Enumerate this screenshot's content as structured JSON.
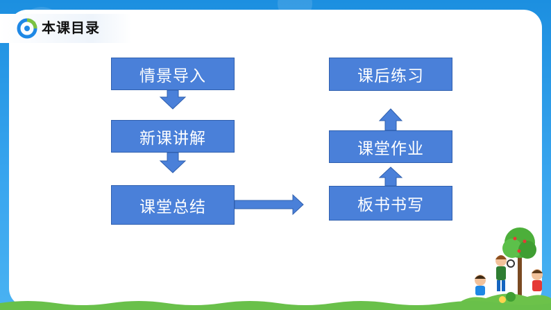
{
  "header": {
    "title": "本课目录",
    "logo_icon": "circle-logo-icon",
    "colors": {
      "logo_blue": "#1e88e5",
      "logo_green": "#7cc242"
    }
  },
  "flow": {
    "left_column": [
      "情景导入",
      "新课讲解",
      "课堂总结"
    ],
    "right_column": [
      "课后练习",
      "课堂作业",
      "板书书写"
    ]
  },
  "colors": {
    "box_fill": "#4a80d9",
    "box_border": "#2f5fae",
    "arrow": "#4a80d9",
    "background": "#2a9fe6"
  },
  "decorations": {
    "scene_icon": "children-tree-illustration-icon",
    "grass_icon": "grass-strip-icon"
  }
}
